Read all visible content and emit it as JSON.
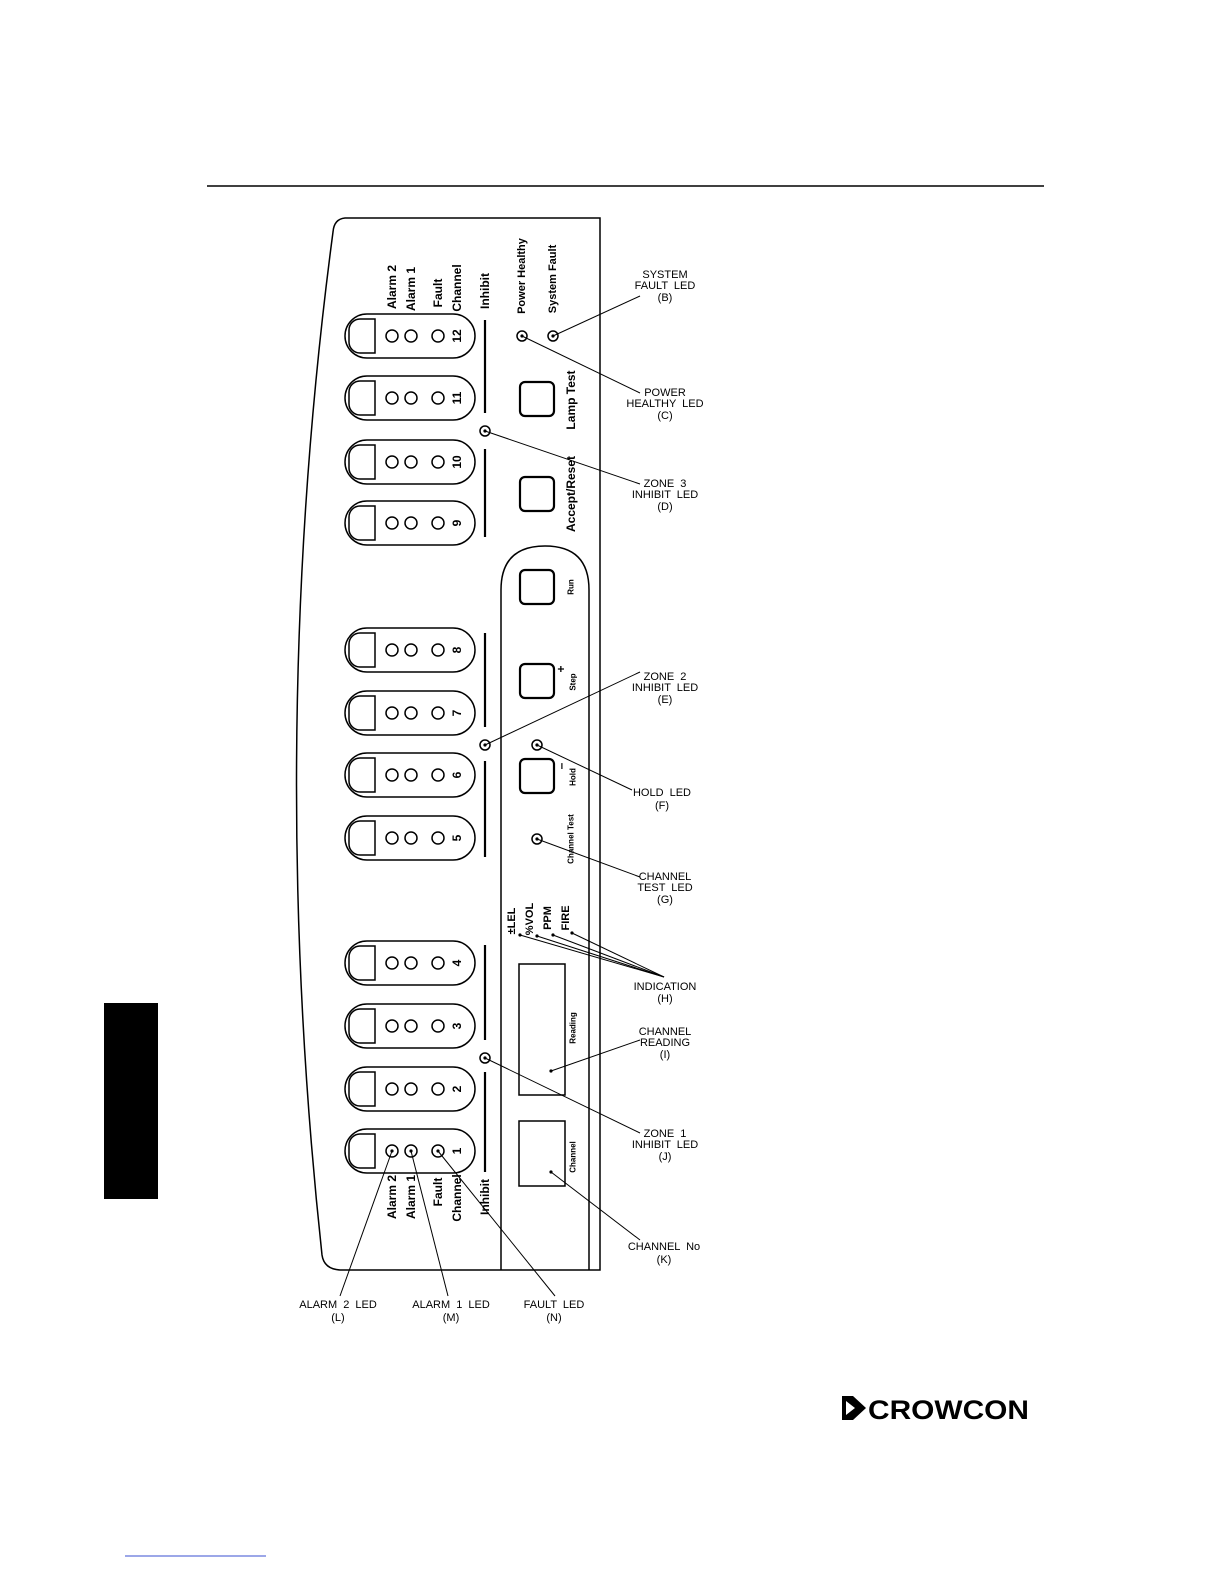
{
  "panel": {
    "top_labels": {
      "alarm2": "Alarm 2",
      "alarm1": "Alarm 1",
      "fault": "Fault",
      "channel": "Channel",
      "inhibit": "Inhibit",
      "power_healthy": "Power Healthy",
      "system_fault": "System Fault"
    },
    "bottom_labels": {
      "alarm2": "Alarm 2",
      "alarm1": "Alarm 1",
      "fault": "Fault",
      "channel": "Channel",
      "inhibit": "Inhibit"
    },
    "channels": [
      "12",
      "11",
      "10",
      "9",
      "8",
      "7",
      "6",
      "5",
      "4",
      "3",
      "2",
      "1"
    ],
    "buttons": {
      "lamp_test": "Lamp Test",
      "accept_reset": "Accept/Reset",
      "run": "Run",
      "step_symbol": "+",
      "step": "Step",
      "hold_symbol": "–",
      "hold": "Hold",
      "channel_test": "Channel Test"
    },
    "indication_units": [
      "±LEL",
      "%VOL",
      "PPM",
      "FIRE"
    ],
    "displays": {
      "reading": "Reading",
      "channel": "Channel"
    }
  },
  "callouts": {
    "system_fault_led": [
      "SYSTEM",
      "FAULT LED",
      "(B)"
    ],
    "power_healthy_led": [
      "POWER",
      "HEALTHY LED",
      "(C)"
    ],
    "zone3_inhibit_led": [
      "ZONE 3",
      "INHIBIT LED",
      "(D)"
    ],
    "zone2_inhibit_led": [
      "ZONE 2",
      "INHIBIT LED",
      "(E)"
    ],
    "hold_led": [
      "HOLD LED",
      "(F)"
    ],
    "channel_test_led": [
      "CHANNEL",
      "TEST LED",
      "(G)"
    ],
    "indication": [
      "INDICATION",
      "(H)"
    ],
    "channel_reading": [
      "CHANNEL",
      "READING",
      "(I)"
    ],
    "zone1_inhibit_led": [
      "ZONE 1",
      "INHIBIT LED",
      "(J)"
    ],
    "channel_no": [
      "CHANNEL No",
      "(K)"
    ],
    "alarm2_led": [
      "ALARM 2 LED",
      "(L)"
    ],
    "alarm1_led": [
      "ALARM 1 LED",
      "(M)"
    ],
    "fault_led": [
      "FAULT LED",
      "(N)"
    ]
  },
  "logo": {
    "text": "CROWCON",
    "icon": "crowcon-chevron-icon"
  },
  "colors": {
    "ink": "#000000",
    "paper": "#ffffff",
    "link_underline": "#3a4fd0"
  }
}
